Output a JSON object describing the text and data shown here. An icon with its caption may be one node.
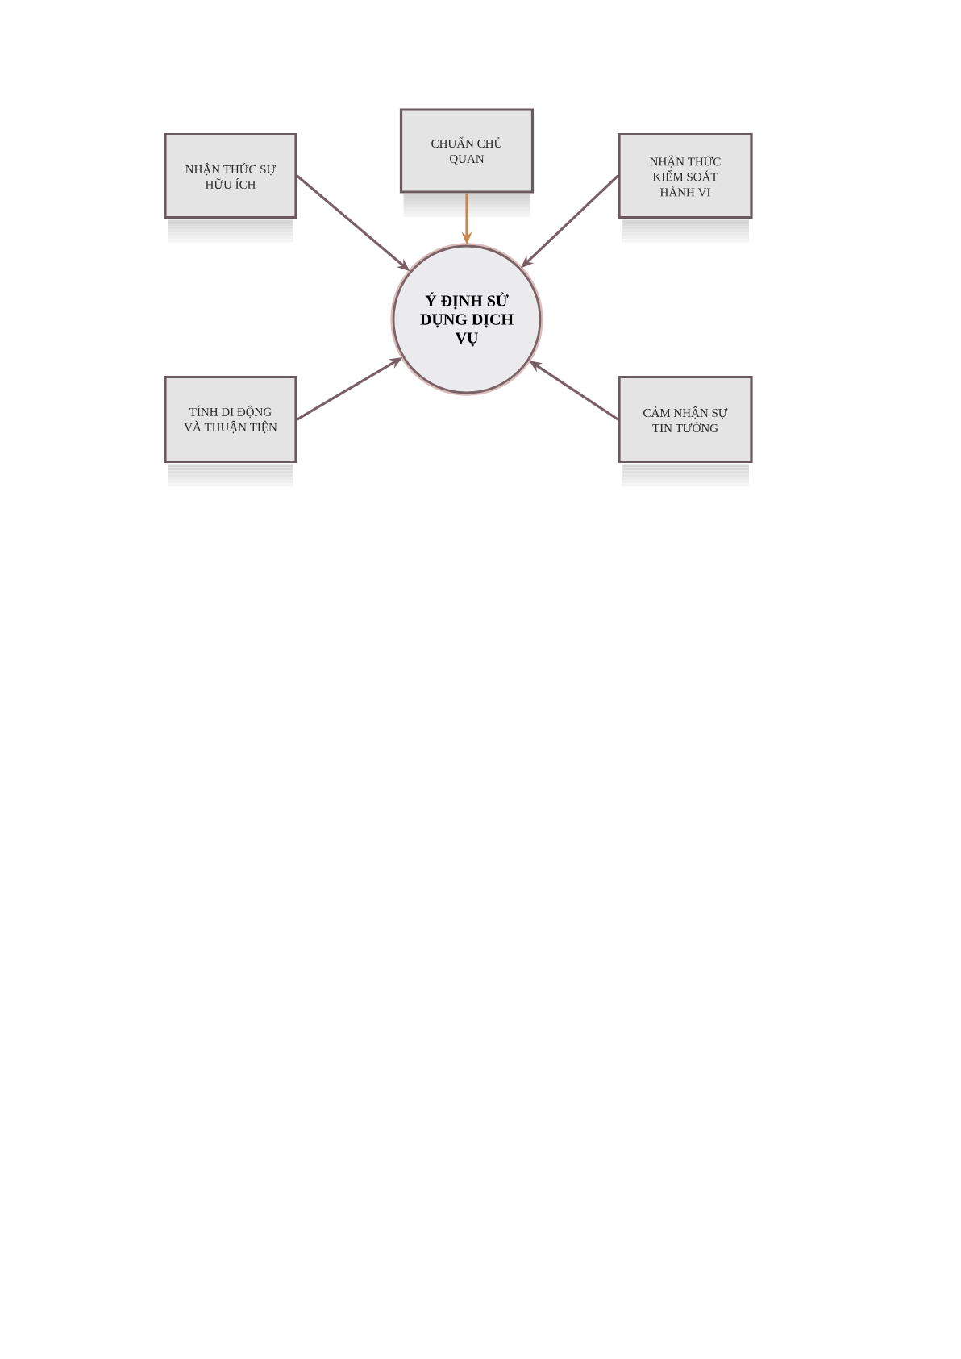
{
  "diagram": {
    "nodes": [
      {
        "text": [
          "NHẬN THỨC SỰ HỮU ÍCH"
        ]
      },
      {
        "text": [
          "CHUẨN CHỦ QUAN"
        ]
      },
      {
        "text": [
          "NHẬN THỨC KIỂM SOÁT HÀNH VI"
        ]
      },
      {
        "text": [
          "Ý ĐỊNH SỬ DỤNG DỊCH VỤ"
        ]
      },
      {
        "text": [
          "TÍNH DI ĐỘNG VÀ THUẬN TIỆN"
        ]
      },
      {
        "text": [
          "CẢM NHẬN SỰ TIN TƯỞNG"
        ]
      }
    ],
    "edges": [
      {
        "from": 0,
        "to": 3,
        "arrow": "to"
      },
      {
        "from": 1,
        "to": 3,
        "arrow": "to",
        "color": "#c8874e"
      },
      {
        "from": 2,
        "to": 3,
        "arrow": "to"
      },
      {
        "from": 4,
        "to": 3,
        "arrow": "to"
      },
      {
        "from": 5,
        "to": 3,
        "arrow": "to"
      }
    ]
  }
}
